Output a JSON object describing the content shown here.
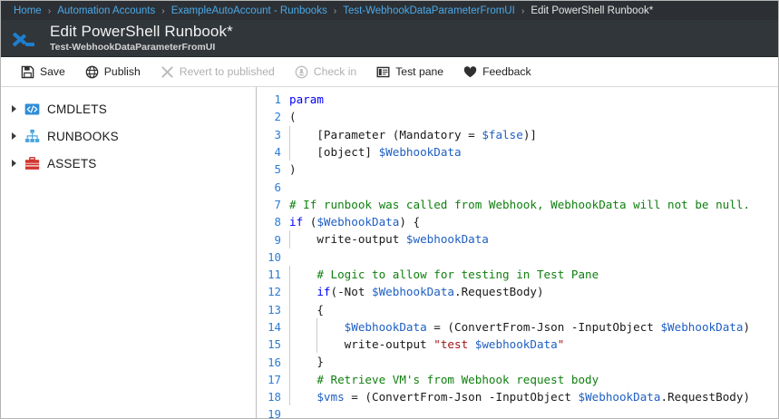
{
  "breadcrumb": {
    "separator": "›",
    "items": [
      {
        "label": "Home",
        "current": false
      },
      {
        "label": "Automation Accounts",
        "current": false
      },
      {
        "label": "ExampleAutoAccount - Runbooks",
        "current": false
      },
      {
        "label": "Test-WebhookDataParameterFromUI",
        "current": false
      },
      {
        "label": "Edit PowerShell Runbook*",
        "current": true
      }
    ]
  },
  "header": {
    "icon": "powershell-logo-icon",
    "title": "Edit PowerShell Runbook*",
    "subtitle": "Test-WebhookDataParameterFromUI",
    "background": "#31363b",
    "accent": "#1d7fd0"
  },
  "toolbar": {
    "items": [
      {
        "label": "Save",
        "icon": "save-floppy-icon",
        "disabled": false
      },
      {
        "label": "Publish",
        "icon": "publish-globe-icon",
        "disabled": false
      },
      {
        "label": "Revert to published",
        "icon": "revert-x-icon",
        "disabled": true
      },
      {
        "label": "Check in",
        "icon": "check-in-stamp-icon",
        "disabled": true
      },
      {
        "label": "Test pane",
        "icon": "test-pane-monitor-icon",
        "disabled": false
      },
      {
        "label": "Feedback",
        "icon": "feedback-heart-icon",
        "disabled": false
      }
    ]
  },
  "sidebar": {
    "items": [
      {
        "label": "CMDLETS",
        "icon": "cmdlets-code-icon",
        "expanded": false,
        "color": "#2d8cd8"
      },
      {
        "label": "RUNBOOKS",
        "icon": "runbooks-hierarchy-icon",
        "expanded": false,
        "color": "#4aa5dd"
      },
      {
        "label": "ASSETS",
        "icon": "assets-toolbox-icon",
        "expanded": false,
        "color": "#d0342c"
      }
    ]
  },
  "editor": {
    "language": "PowerShell",
    "colors": {
      "line_number": "#2b7cd3",
      "keyword": "#0000ff",
      "variable": "#1f5fc4",
      "comment": "#108010",
      "string": "#a31515",
      "text": "#1a1a1a",
      "background": "#ffffff"
    },
    "lines": [
      {
        "n": 1,
        "indent": 0,
        "text": "param",
        "tokens": [
          {
            "t": "param",
            "c": "kw"
          }
        ]
      },
      {
        "n": 2,
        "indent": 0,
        "text": "(",
        "tokens": [
          {
            "t": "(",
            "c": ""
          }
        ]
      },
      {
        "n": 3,
        "indent": 1,
        "text": "    [Parameter (Mandatory = $false)]",
        "tokens": [
          {
            "t": "    [Parameter (Mandatory = ",
            "c": ""
          },
          {
            "t": "$false",
            "c": "var"
          },
          {
            "t": ")]",
            "c": ""
          }
        ]
      },
      {
        "n": 4,
        "indent": 1,
        "text": "    [object] $WebhookData",
        "tokens": [
          {
            "t": "    [object] ",
            "c": ""
          },
          {
            "t": "$WebhookData",
            "c": "var"
          }
        ]
      },
      {
        "n": 5,
        "indent": 0,
        "text": ")",
        "tokens": [
          {
            "t": ")",
            "c": ""
          }
        ]
      },
      {
        "n": 6,
        "indent": 0,
        "text": "",
        "tokens": []
      },
      {
        "n": 7,
        "indent": 0,
        "text": "# If runbook was called from Webhook, WebhookData will not be null.",
        "tokens": [
          {
            "t": "# If runbook was called from Webhook, WebhookData will not be null.",
            "c": "cmt"
          }
        ]
      },
      {
        "n": 8,
        "indent": 0,
        "text": "if ($WebhookData) {",
        "tokens": [
          {
            "t": "if",
            "c": "kw"
          },
          {
            "t": " (",
            "c": ""
          },
          {
            "t": "$WebhookData",
            "c": "var"
          },
          {
            "t": ") {",
            "c": ""
          }
        ]
      },
      {
        "n": 9,
        "indent": 1,
        "text": "    write-output $webhookData",
        "tokens": [
          {
            "t": "    write-output ",
            "c": ""
          },
          {
            "t": "$webhookData",
            "c": "var"
          }
        ]
      },
      {
        "n": 10,
        "indent": 1,
        "text": "",
        "tokens": []
      },
      {
        "n": 11,
        "indent": 1,
        "text": "    # Logic to allow for testing in Test Pane",
        "tokens": [
          {
            "t": "    ",
            "c": ""
          },
          {
            "t": "# Logic to allow for testing in Test Pane",
            "c": "cmt"
          }
        ]
      },
      {
        "n": 12,
        "indent": 1,
        "text": "    if(-Not $WebhookData.RequestBody)",
        "tokens": [
          {
            "t": "    ",
            "c": ""
          },
          {
            "t": "if",
            "c": "kw"
          },
          {
            "t": "(-Not ",
            "c": ""
          },
          {
            "t": "$WebhookData",
            "c": "var"
          },
          {
            "t": ".RequestBody)",
            "c": ""
          }
        ]
      },
      {
        "n": 13,
        "indent": 1,
        "text": "    {",
        "tokens": [
          {
            "t": "    {",
            "c": ""
          }
        ]
      },
      {
        "n": 14,
        "indent": 2,
        "text": "        $WebhookData = (ConvertFrom-Json -InputObject $WebhookData)",
        "tokens": [
          {
            "t": "        ",
            "c": ""
          },
          {
            "t": "$WebhookData",
            "c": "var"
          },
          {
            "t": " = (ConvertFrom-Json -InputObject ",
            "c": ""
          },
          {
            "t": "$WebhookData",
            "c": "var"
          },
          {
            "t": ")",
            "c": ""
          }
        ]
      },
      {
        "n": 15,
        "indent": 2,
        "text": "        write-output \"test $webhookData\"",
        "tokens": [
          {
            "t": "        write-output ",
            "c": ""
          },
          {
            "t": "\"test ",
            "c": "str"
          },
          {
            "t": "$webhookData",
            "c": "var"
          },
          {
            "t": "\"",
            "c": "str"
          }
        ]
      },
      {
        "n": 16,
        "indent": 1,
        "text": "    }",
        "tokens": [
          {
            "t": "    }",
            "c": ""
          }
        ]
      },
      {
        "n": 17,
        "indent": 1,
        "text": "    # Retrieve VM's from Webhook request body",
        "tokens": [
          {
            "t": "    ",
            "c": ""
          },
          {
            "t": "# Retrieve VM's from Webhook request body",
            "c": "cmt"
          }
        ]
      },
      {
        "n": 18,
        "indent": 1,
        "text": "    $vms = (ConvertFrom-Json -InputObject $WebhookData.RequestBody)",
        "tokens": [
          {
            "t": "    ",
            "c": ""
          },
          {
            "t": "$vms",
            "c": "var"
          },
          {
            "t": " = (ConvertFrom-Json -InputObject ",
            "c": ""
          },
          {
            "t": "$WebhookData",
            "c": "var"
          },
          {
            "t": ".RequestBody)",
            "c": ""
          }
        ]
      },
      {
        "n": 19,
        "indent": 1,
        "text": "",
        "tokens": []
      }
    ]
  }
}
